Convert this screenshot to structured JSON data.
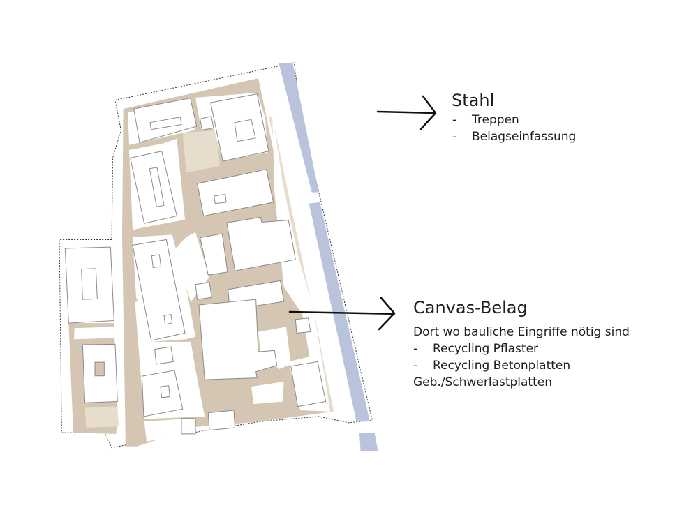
{
  "colors": {
    "path_beige": "#d4c6b3",
    "light_beige": "#e7ddcd",
    "water_blue": "#b9c4dc",
    "building_stroke": "#8a8a8a",
    "text": "#1e1e1e"
  },
  "annotations": [
    {
      "title": "Stahl",
      "items": [
        "Treppen",
        "Belagseinfassung"
      ],
      "bullet": "-"
    },
    {
      "title": "Canvas-Belag",
      "intro": "Dort wo bauliche Eingriffe nötig sind",
      "items": [
        "Recycling Pflaster",
        "Recycling Betonplatten"
      ],
      "bullet": "-",
      "footer": "Geb./Schwerlastplatten"
    }
  ]
}
